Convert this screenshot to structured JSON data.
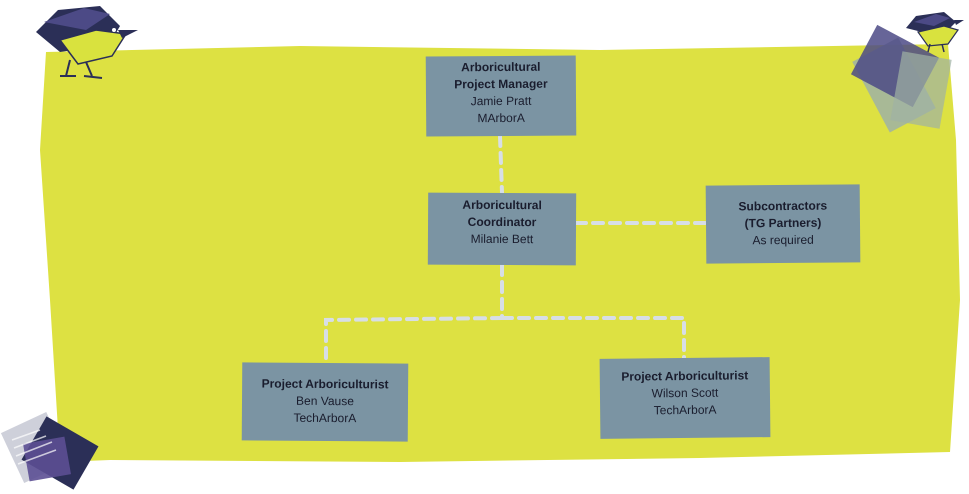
{
  "nodes": {
    "pm": {
      "lines": [
        "Arboricultural",
        "Project Manager"
      ],
      "name": "Jamie Pratt",
      "org": "MArborA"
    },
    "coord": {
      "lines": [
        "Arboricultural",
        "Coordinator"
      ],
      "name": "Milanie Bett"
    },
    "sub": {
      "lines": [
        "Subcontractors",
        "(TG Partners)"
      ],
      "note": "As required"
    },
    "pa1": {
      "lines": [
        "Project Arboriculturist"
      ],
      "name": "Ben Vause",
      "org": "TechArborA"
    },
    "pa2": {
      "lines": [
        "Project Arboriculturist"
      ],
      "name": "Wilson Scott",
      "org": "TechArborA"
    }
  },
  "colors": {
    "background": "#dde142",
    "box": "#7b94a3",
    "text": "#1a1d2e",
    "connector": "#d7dee6",
    "accent_navy": "#2b2f57",
    "accent_purple": "#4c4a86",
    "accent_sage": "#9fb2a4",
    "bird_yellow": "#d9e23e"
  },
  "decorations": [
    "bird-icon",
    "paper-scraps-icon"
  ]
}
